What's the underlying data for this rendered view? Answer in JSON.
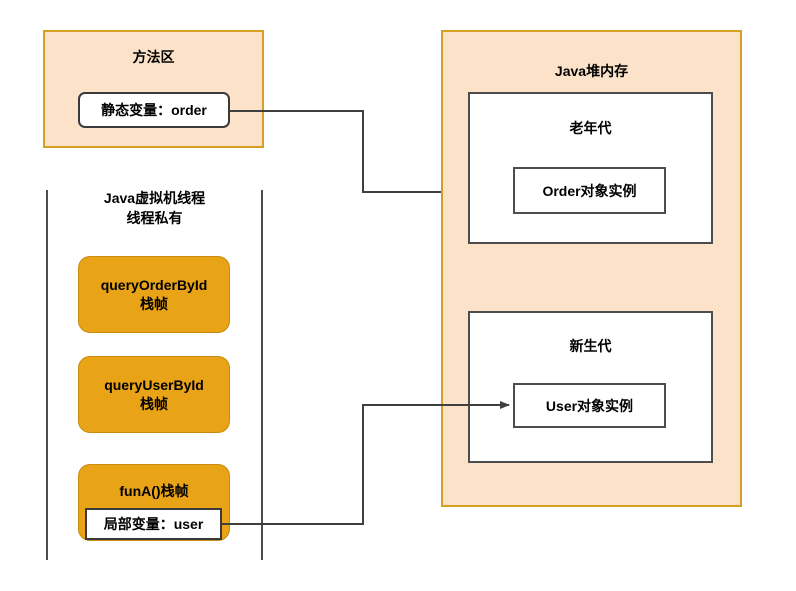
{
  "diagram": {
    "title": "JVM memory model: method area, thread stack and Java heap",
    "colors": {
      "region_fill": "#fbe2c8",
      "region_border": "#d6a122",
      "frame_fill": "#e8a317",
      "frame_border": "#c98b10",
      "box_border": "#4d4d4d",
      "connector": "#3f3f3f",
      "text": "#000000",
      "background": "#ffffff"
    }
  },
  "method_area": {
    "title": "方法区",
    "static_variable": "静态变量：order"
  },
  "thread_area": {
    "title": "Java虚拟机线程\n线程私有",
    "frames": [
      {
        "label": "queryOrderById\n栈帧"
      },
      {
        "label": "queryUserById\n栈帧"
      }
    ],
    "bottom_frame": {
      "caption": "funA()栈帧",
      "local_variable": "局部变量：user"
    }
  },
  "heap": {
    "title": "Java堆内存",
    "generations": [
      {
        "name": "老年代",
        "object": "Order对象实例"
      },
      {
        "name": "新生代",
        "object": "User对象实例"
      }
    ]
  },
  "connectors": [
    {
      "name": "static-order-to-heap",
      "from": "静态变量：order",
      "to": "Java堆内存",
      "arrowhead": false
    },
    {
      "name": "local-user-to-user-instance",
      "from": "局部变量：user",
      "to": "User对象实例",
      "arrowhead": true
    }
  ]
}
